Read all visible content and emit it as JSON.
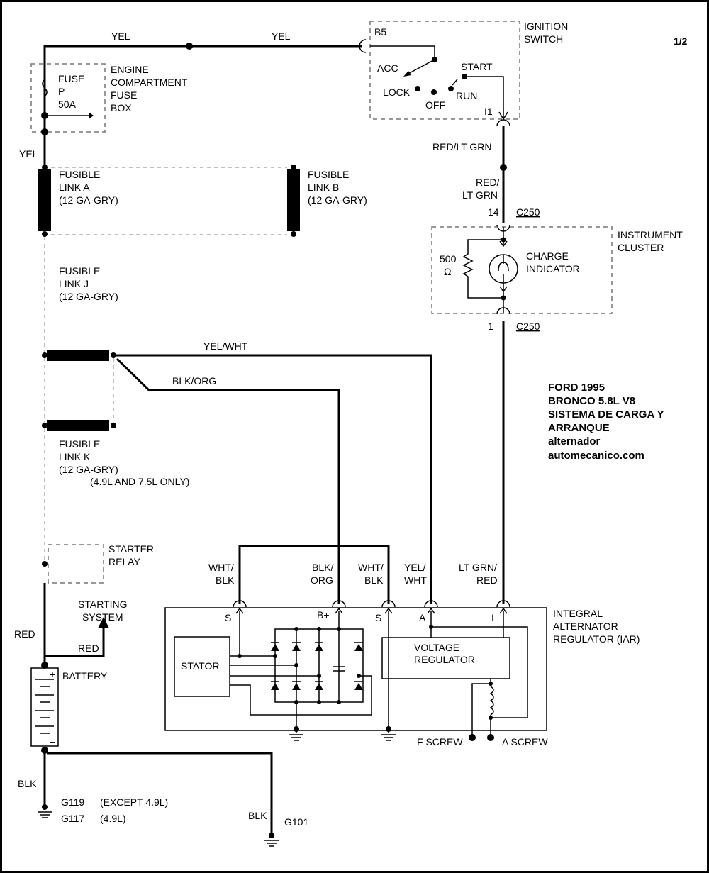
{
  "page": "1/2",
  "title": {
    "lines": [
      "FORD 1995",
      "BRONCO 5.8L V8",
      "SISTEMA DE CARGA Y",
      "ARRANQUE",
      "alternador",
      "automecanico.com"
    ]
  },
  "wires": {
    "yel": "YEL",
    "red_lt_grn": "RED/LT GRN",
    "red_lt_grn_split": [
      "RED/",
      "LT GRN"
    ],
    "yel_wht": "YEL/WHT",
    "blk_org": "BLK/ORG",
    "red": "RED",
    "blk": "BLK",
    "alt_wht_blk": [
      "WHT/",
      "BLK"
    ],
    "alt_blk_org": [
      "BLK/",
      "ORG"
    ],
    "alt_yel_wht": [
      "YEL/",
      "WHT"
    ],
    "alt_lt_grn_red": [
      "LT GRN/",
      "RED"
    ]
  },
  "fuse_box": {
    "label": [
      "ENGINE",
      "COMPARTMENT",
      "FUSE",
      "BOX"
    ],
    "fuse": [
      "FUSE",
      "P",
      "50A"
    ]
  },
  "fusible_links": {
    "a": [
      "FUSIBLE",
      "LINK A",
      "(12 GA-GRY)"
    ],
    "b": [
      "FUSIBLE",
      "LINK B",
      "(12 GA-GRY)"
    ],
    "j": [
      "FUSIBLE",
      "LINK J",
      "(12 GA-GRY)"
    ],
    "k": [
      "FUSIBLE",
      "LINK K",
      "(12 GA-GRY)",
      "(4.9L AND 7.5L ONLY)"
    ]
  },
  "ignition_switch": {
    "label": [
      "IGNITION",
      "SWITCH"
    ],
    "terminals": {
      "b5": "B5",
      "i1": "I1"
    },
    "positions": {
      "acc": "ACC",
      "lock": "LOCK",
      "off": "OFF",
      "run": "RUN",
      "start": "START"
    }
  },
  "connectors": {
    "c250": "C250",
    "pin14": "14",
    "pin1": "1"
  },
  "instrument_cluster": {
    "label": [
      "INSTRUMENT",
      "CLUSTER"
    ],
    "resistor": [
      "500",
      "Ω"
    ],
    "indicator": [
      "CHARGE",
      "INDICATOR"
    ]
  },
  "starter_relay": [
    "STARTER",
    "RELAY"
  ],
  "starting_system": [
    "STARTING",
    "SYSTEM"
  ],
  "battery": {
    "label": "BATTERY",
    "plus": "+",
    "minus": "–"
  },
  "alternator": {
    "label": [
      "INTEGRAL",
      "ALTERNATOR",
      "REGULATOR (IAR)"
    ],
    "terminals": {
      "s1": "S",
      "bplus": "B+",
      "s2": "S",
      "a": "A",
      "i": "I"
    },
    "stator": "STATOR",
    "regulator": [
      "VOLTAGE",
      "REGULATOR"
    ],
    "f_screw": "F SCREW",
    "a_screw": "A SCREW"
  },
  "grounds": {
    "g119": "G119",
    "g119_note": "(EXCEPT 4.9L)",
    "g117": "G117",
    "g117_note": "(4.9L)",
    "g101": "G101"
  }
}
